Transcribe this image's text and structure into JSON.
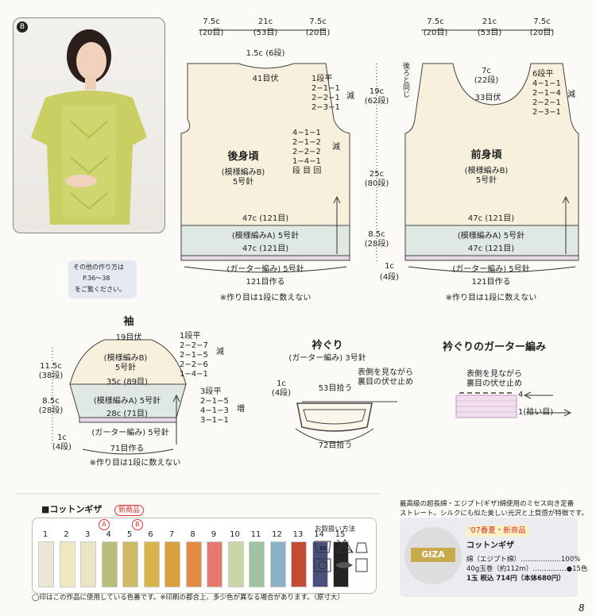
{
  "photo": {
    "badge": "B"
  },
  "note": {
    "line1": "その他の作り方は",
    "line2": "P.36〜38",
    "line3": "をご覧ください。"
  },
  "back": {
    "top_dims": [
      [
        "7.5c",
        "(20目)"
      ],
      [
        "21c",
        "(53目)"
      ],
      [
        "7.5c",
        "(20目)"
      ]
    ],
    "neck_drop": "1.5c (6段)",
    "neck_bind": "41目伏",
    "shoulder": [
      "1段平",
      "2−1−1",
      "2−2−1",
      "2−3−1"
    ],
    "shoulder_dec": "減",
    "arm": [
      "4−1−1",
      "2−1−2",
      "2−2−2",
      "1−4−1"
    ],
    "arm_legend": "段 目 回",
    "arm_dec": "減",
    "title": "後身頃",
    "pattern": "(模様編みB)",
    "needle": "5号針",
    "w47a": "47c (121目)",
    "band": "(模様編みA) 5号針",
    "w47b": "47c (121目)",
    "garter": "(ガーター編み) 5号針",
    "cast": "121目作る",
    "note": "※作り目は1段に数えない"
  },
  "vert": {
    "v1": "19c",
    "v1b": "(62段)",
    "v2": "25c",
    "v2b": "(80段)",
    "v3": "8.5c",
    "v3b": "(28段)",
    "v4": "1c",
    "v4b": "(4段)"
  },
  "front": {
    "top_dims": [
      [
        "7.5c",
        "(20目)"
      ],
      [
        "21c",
        "(53目)"
      ],
      [
        "7.5c",
        "(20目)"
      ]
    ],
    "same": "後ろと同じ",
    "neck_drop": "7c",
    "neck_drop_b": "(22段)",
    "neck_bind": "33目伏",
    "shoulder": [
      "6段平",
      "4−1−1",
      "2−1−4",
      "2−2−1",
      "2−3−1"
    ],
    "shoulder_dec": "減",
    "title": "前身頃",
    "pattern": "(模様編みB)",
    "needle": "5号針",
    "w47a": "47c (121目)",
    "band": "(模様編みA) 5号針",
    "w47b": "47c (121目)",
    "garter": "(ガーター編み) 5号針",
    "cast": "121目作る",
    "note": "※作り目は1段に数えない"
  },
  "sleeve": {
    "title": "袖",
    "top": "19目伏",
    "cap": [
      "1段平",
      "2−2−7",
      "2−1−5",
      "2−2−6",
      "1−4−1"
    ],
    "cap_dec": "減",
    "pattern": "(模様編みB)",
    "needle": "5号針",
    "w35": "35c (89目)",
    "band": "(模様編みA) 5号針",
    "w28": "28c (71目)",
    "garter": "(ガーター編み) 5号針",
    "cast": "71目作る",
    "note": "※作り目は1段に数えない",
    "inc": [
      "3段平",
      "2−1−5",
      "4−1−3",
      "3−1−1"
    ],
    "inc_label": "増",
    "v1": "11.5c",
    "v1b": "(38段)",
    "v2": "8.5c",
    "v2b": "(28段)",
    "v3": "1c",
    "v3b": "(4段)"
  },
  "neck": {
    "title": "衿ぐり",
    "sub": "(ガーター編み) 3号針",
    "h": "1c",
    "hb": "(4段)",
    "front_note1": "表側を見ながら",
    "front_note2": "裏目の伏せ止め",
    "pick1": "53目拾う",
    "pick2": "72目拾う"
  },
  "garter": {
    "title": "衿ぐりのガーター編み",
    "n1": "表側を見ながら",
    "n2": "裏目の伏せ止め",
    "r4": "4",
    "r1": "1(拾い目)"
  },
  "yarn": {
    "heading": "■コットンギザ",
    "badge": "新商品",
    "numbers": [
      "1",
      "2",
      "3",
      "4",
      "5",
      "6",
      "7",
      "8",
      "9",
      "10",
      "11",
      "12",
      "13",
      "14",
      "15"
    ],
    "markA": "A",
    "markB": "B",
    "care": "お取扱い方法",
    "footnote": "◯印はこの作品に使用している色番です。※印刷の都合上、多少色が異なる場合があります。（原寸大）"
  },
  "product": {
    "desc1": "最高級の超長綿・エジプト(ギザ)綿使用のミセス向き定番",
    "desc2": "ストレート。シルクにも似た美しい光沢と上質感が特徴です。",
    "tag": "'07春夏・新商品",
    "brand": "GIZA",
    "name": "コットンギザ",
    "fiber": "綿（エジプト綿）………………100%",
    "weight": "40g玉巻（約112m）……………●15色",
    "price": "1玉 税込 714円（本体680円）"
  },
  "page": {
    "number": "8"
  },
  "colors": {
    "band_fill": "#dfe8e2",
    "body_fill": "#f6f0dc",
    "swatches": [
      "#ece6d6",
      "#f1e8c2",
      "#e8e4c4",
      "#b9bd7a",
      "#cdbb63",
      "#d9b44a",
      "#d9a040",
      "#e08a44",
      "#e57a6d",
      "#c8d6a6",
      "#9fc2a2",
      "#8ab0c6",
      "#c54a34",
      "#4b4f7e",
      "#232323"
    ]
  }
}
